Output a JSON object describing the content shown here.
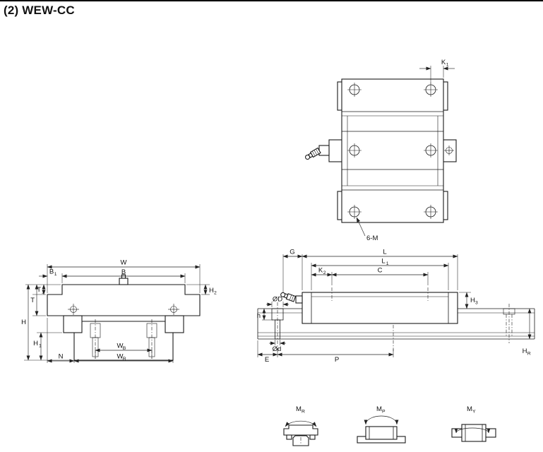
{
  "title": "(2) WEW-CC",
  "plan_view": {
    "k1_main": "K",
    "k1_sub": "1",
    "holes_label": "6-M"
  },
  "front_view": {
    "w": "W",
    "b": "B",
    "b1_main": "B",
    "b1_sub": "1",
    "t1_main": "T",
    "t1_sub": "1",
    "t": "T",
    "h": "H",
    "h1_main": "H",
    "h1_sub": "1",
    "h2_main": "H",
    "h2_sub": "2",
    "n": "N",
    "wb_main": "W",
    "wb_sub": "B",
    "wr_main": "W",
    "wr_sub": "R"
  },
  "side_view": {
    "g": "G",
    "l": "L",
    "l1_main": "L",
    "l1_sub": "1",
    "k2_main": "K",
    "k2_sub": "2",
    "c": "C",
    "big_d": "ØD",
    "h_depth": "h",
    "small_d": "Ød",
    "e": "E",
    "p": "P",
    "h3_main": "H",
    "h3_sub": "3",
    "hr_main": "H",
    "hr_sub": "R"
  },
  "moments": {
    "mr_main": "M",
    "mr_sub": "R",
    "mp_main": "M",
    "mp_sub": "P",
    "my_main": "M",
    "my_sub": "Y"
  }
}
